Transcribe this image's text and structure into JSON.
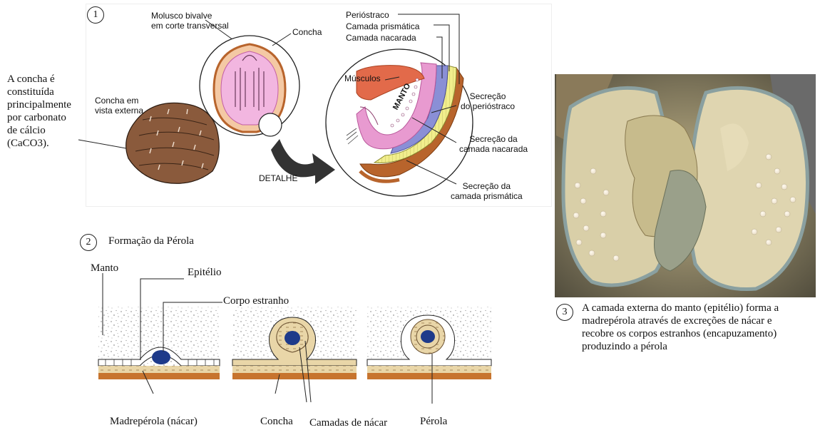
{
  "panel1": {
    "number": "1",
    "side_text": "A concha é constituída principalmente por carbonato de cálcio (CaCO3).",
    "side_lines": [
      "A concha é",
      "constituída",
      "principalmente",
      "por carbonato",
      "de cálcio",
      "(CaCO3)."
    ],
    "labels": {
      "concha_externa": [
        "Concha em",
        "vista externa"
      ],
      "molusco": [
        "Molusco bivalve",
        "em corte transversal"
      ],
      "concha": "Concha",
      "detalhe": "DETALHE",
      "periostraco": "Perióstraco",
      "camada_prismatica": "Camada prismática",
      "camada_nacarada": "Camada nacarada",
      "musculos": "Músculos",
      "manto": "MANTO",
      "secrecao_periostraco": [
        "Secreção",
        "do perióstraco"
      ],
      "secrecao_nacarada": [
        "Secreção da",
        "camada nacarada"
      ],
      "secrecao_prismatica": [
        "Secreção da",
        "camada prismática"
      ]
    }
  },
  "panel2": {
    "number": "2",
    "title": "Formação da Pérola",
    "labels": {
      "manto": "Manto",
      "epitelio": "Epitélio",
      "corpo_estranho": "Corpo estranho",
      "madreperola": "Madrepérola (nácar)",
      "concha": "Concha",
      "camadas_nacar": "Camadas de nácar",
      "perola": "Pérola"
    }
  },
  "panel3": {
    "number": "3",
    "caption": "A camada externa do manto (epitélio) forma a madrepérola através de excreções de nácar e recobre os corpos estranhos (encapuzamento) produzindo a pérola",
    "caption_lines": [
      "A camada externa do manto (epitélio) forma a",
      "madrepérola através de excreções de nácar e",
      "recobre os corpos estranhos (encapuzamento)",
      "produzindo a pérola"
    ]
  },
  "colors": {
    "mantle_pink": "#e89ad0",
    "muscle_red": "#e26a4a",
    "shell_brown": "#b8642c",
    "nacre_yellow": "#f1ee8c",
    "prismatic_blue": "#8a8fd6",
    "pearl_blue": "#1e3a8a",
    "nacre_tan": "#e9d6a8",
    "shell_orange": "#c7742e"
  }
}
